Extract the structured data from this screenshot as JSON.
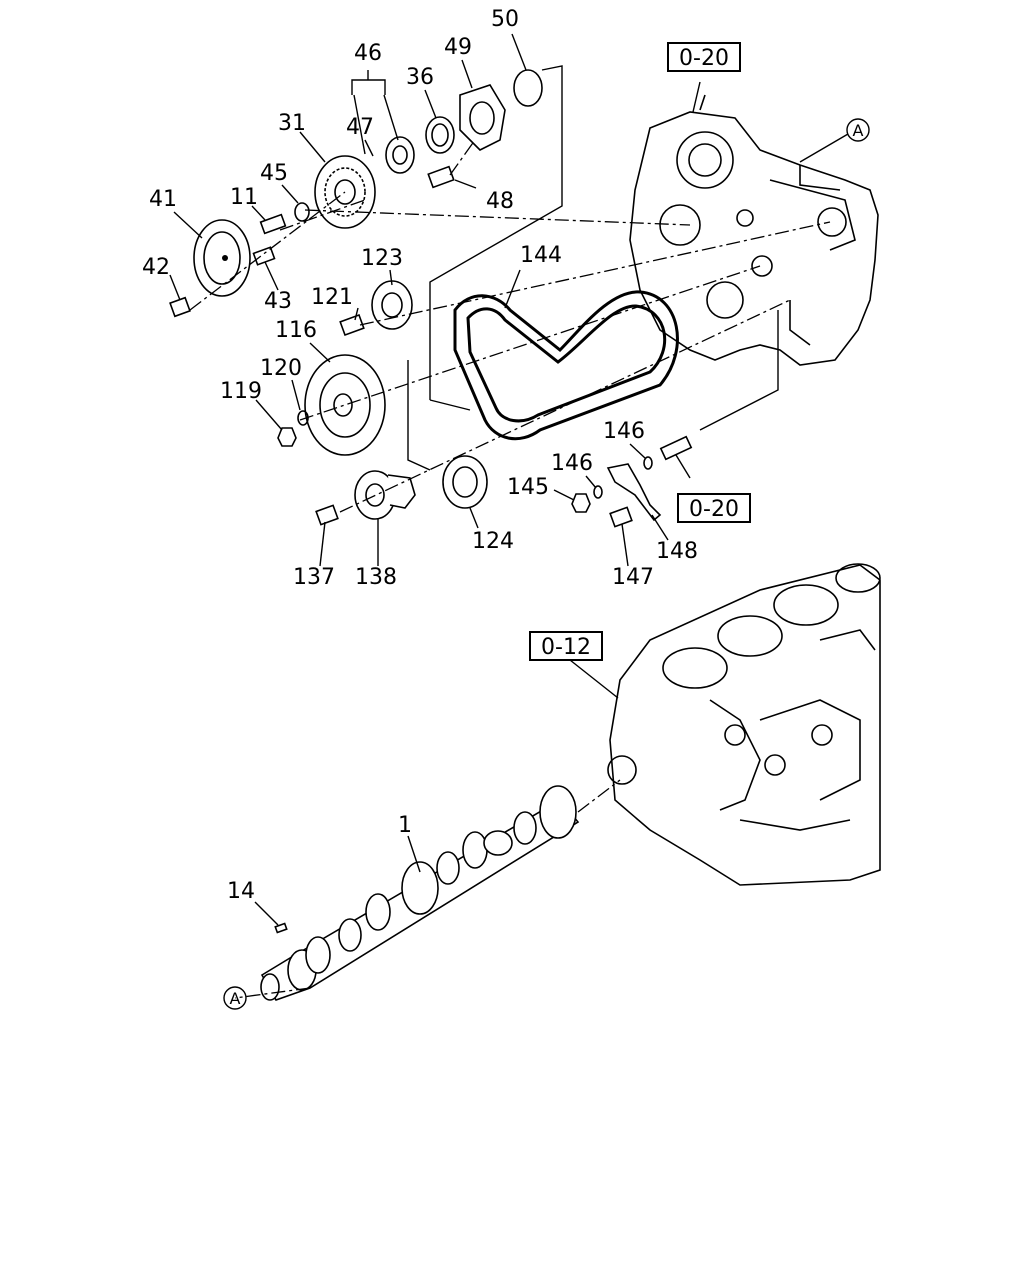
{
  "labels": {
    "p50": "50",
    "p46": "46",
    "p49": "49",
    "p36": "36",
    "p47": "47",
    "p31": "31",
    "p45": "45",
    "p11": "11",
    "p41": "41",
    "p48": "48",
    "p42": "42",
    "p43": "43",
    "p123": "123",
    "p144": "144",
    "p121": "121",
    "p116": "116",
    "p120": "120",
    "p119": "119",
    "p146a": "146",
    "p146b": "146",
    "p145": "145",
    "p137": "137",
    "p138": "138",
    "p124": "124",
    "p147": "147",
    "p148": "148",
    "p1": "1",
    "p14": "14"
  },
  "refs": {
    "top": "0-20",
    "mid": "0-20",
    "block": "0-12"
  },
  "markers": {
    "a1": "A",
    "a2": "A"
  }
}
